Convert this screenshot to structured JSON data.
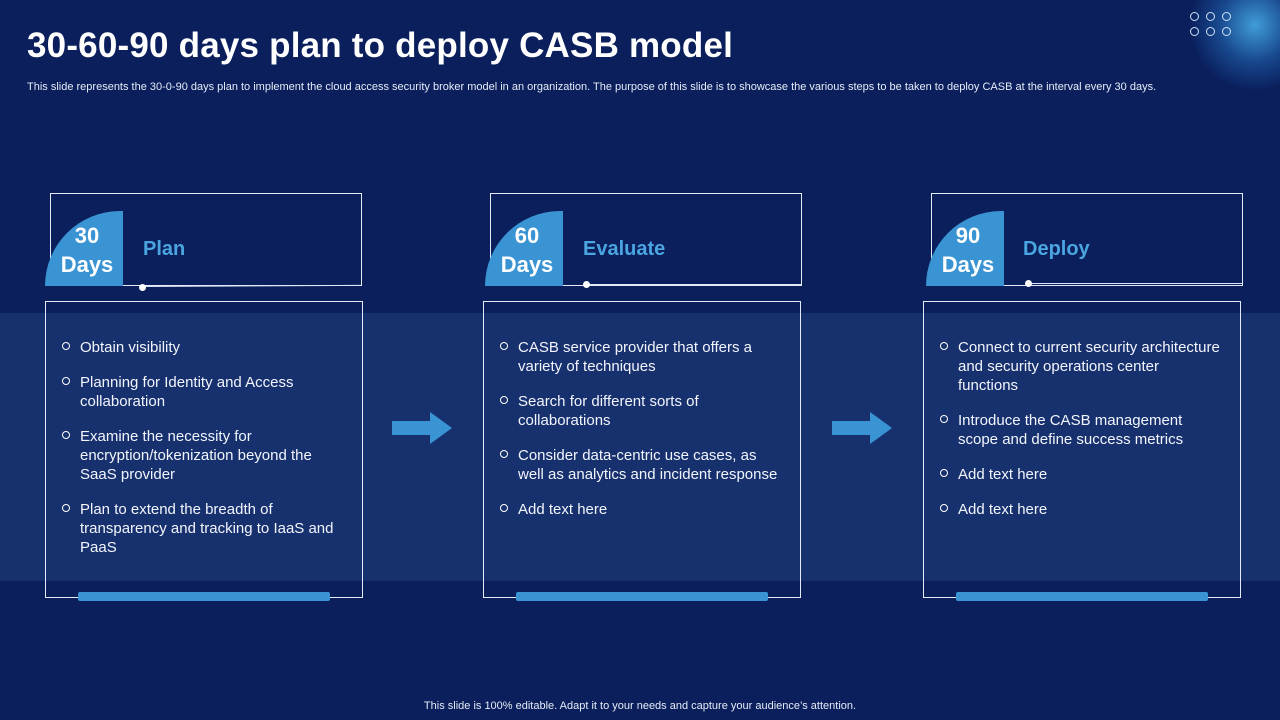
{
  "title": "30-60-90 days plan to deploy CASB model",
  "subtitle": "This slide represents the 30-0-90 days plan to implement the cloud access security broker model in an organization. The purpose of this slide is to showcase the various steps to be taken to deploy CASB at the interval every 30 days.",
  "colors": {
    "background": "#0a1f5c",
    "band": "#17306e",
    "accent": "#3a94d3",
    "label": "#4aa5e0"
  },
  "phases": [
    {
      "days_number": "30",
      "days_word": "Days",
      "label": "Plan",
      "items": [
        "Obtain visibility",
        "Planning for Identity  and Access collaboration",
        "Examine the necessity for encryption/tokenization  beyond the SaaS provider",
        "Plan to extend the breadth of transparency  and tracking to IaaS and PaaS"
      ]
    },
    {
      "days_number": "60",
      "days_word": "Days",
      "label": "Evaluate",
      "items": [
        "CASB service provider that offers a variety of techniques",
        "Search for different sorts of collaborations",
        "Consider data-centric use cases, as well as analytics  and incident response",
        "Add text here"
      ]
    },
    {
      "days_number": "90",
      "days_word": "Days",
      "label": "Deploy",
      "items": [
        "Connect to current security architecture and security operations center functions",
        "Introduce  the CASB management scope and define success metrics",
        "Add text here",
        "Add text here"
      ]
    }
  ],
  "icons": {
    "arrow": "arrow-right-icon",
    "bullet": "circle-bullet-icon",
    "decor": "dot-grid-icon"
  },
  "footer": "This slide is 100% editable. Adapt it to your needs and capture your audience’s attention."
}
